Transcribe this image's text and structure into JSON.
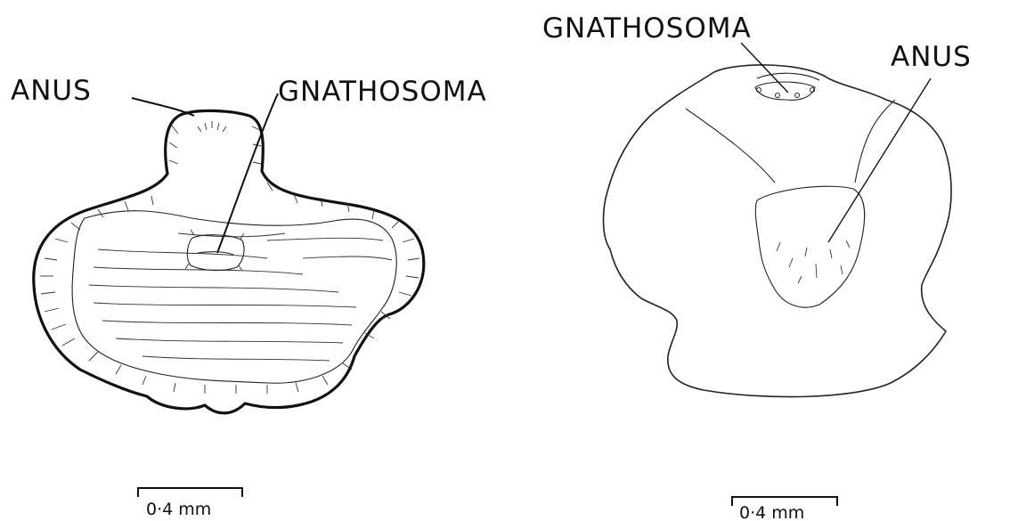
{
  "figures": [
    {
      "labels": {
        "anus": "ANUS",
        "gnathosoma": "GNATHOSOMA"
      },
      "scale_bar": "0·4 mm"
    },
    {
      "labels": {
        "gnathosoma": "GNATHOSOMA",
        "anus": "ANUS"
      },
      "scale_bar": "0·4 mm"
    }
  ]
}
